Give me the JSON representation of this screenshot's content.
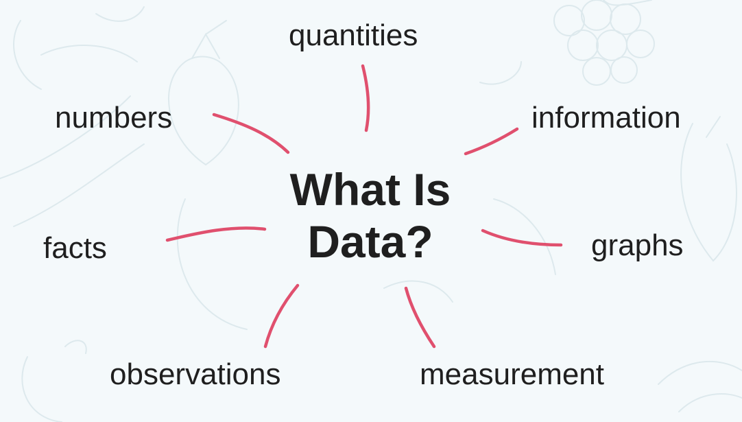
{
  "diagram": {
    "center": {
      "line1": "What Is",
      "line2": "Data?"
    },
    "terms": {
      "quantities": "quantities",
      "numbers": "numbers",
      "information": "information",
      "facts": "facts",
      "graphs": "graphs",
      "observations": "observations",
      "measurement": "measurement"
    }
  },
  "colors": {
    "background": "#f4f9fb",
    "connector": "#e0506e",
    "text": "#1f1f1f",
    "doodle": "#dde9ed"
  }
}
